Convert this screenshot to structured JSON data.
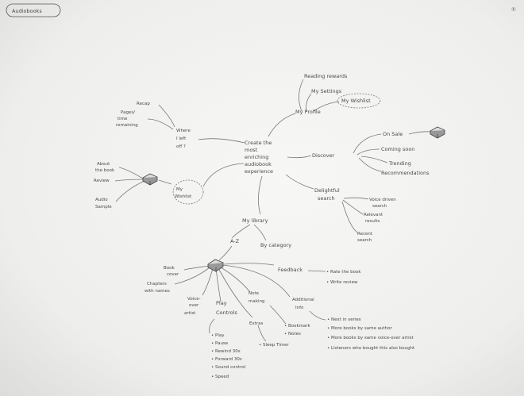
{
  "title": "Audiobooks",
  "page_number": "①",
  "center": [
    "Create the",
    "most",
    "enriching",
    "audiobook",
    "experience"
  ],
  "profile": {
    "label": "My Profile",
    "children": [
      "Reading rewards",
      "My Settings",
      "My Wishlist"
    ]
  },
  "discover": {
    "label": "Discover",
    "children": [
      "On Sale",
      "Coming soon",
      "Trending",
      "Recommendations"
    ]
  },
  "search": {
    "label": [
      "Delightful",
      "search"
    ],
    "children": [
      [
        "Voice driven",
        "search"
      ],
      [
        "Relevant",
        "results"
      ],
      [
        "Recent",
        "search"
      ]
    ]
  },
  "left_off": {
    "label": [
      "Where",
      "I left",
      "off ?"
    ],
    "children": [
      [
        "Recap"
      ],
      [
        "Pages/",
        "time",
        "remaining"
      ]
    ]
  },
  "wishlist": {
    "label": [
      "My",
      "Wishlist"
    ],
    "children": [
      [
        "About",
        "the book"
      ],
      [
        "Review"
      ],
      [
        "Audio",
        "Sample"
      ]
    ]
  },
  "library": {
    "label": "My library",
    "children": [
      "A-Z",
      "By category"
    ]
  },
  "book": {
    "cover": [
      "Book",
      "cover"
    ],
    "chapters": [
      "Chapters",
      "with names"
    ],
    "voice": [
      "Voice-",
      "over",
      "artist"
    ],
    "play": {
      "label": [
        "Play",
        "Controls"
      ],
      "items": [
        "Play",
        "Pause",
        "Rewind 30s",
        "Forward 30s",
        "Sound control",
        "Speed"
      ]
    },
    "extras": {
      "label": "Extras",
      "items": [
        "Sleep Timer"
      ]
    },
    "notes": {
      "label": [
        "Note",
        "making"
      ],
      "items": [
        "Bookmark",
        "Notes"
      ]
    },
    "info": {
      "label": [
        "Additional",
        "Info"
      ],
      "items": [
        "Next in series",
        "More books by same author",
        "More books by same voice-over artist",
        "Listeners who bought this also bought"
      ]
    },
    "feedback": {
      "label": "Feedback",
      "items": [
        "Rate the book",
        "Write review"
      ]
    }
  }
}
